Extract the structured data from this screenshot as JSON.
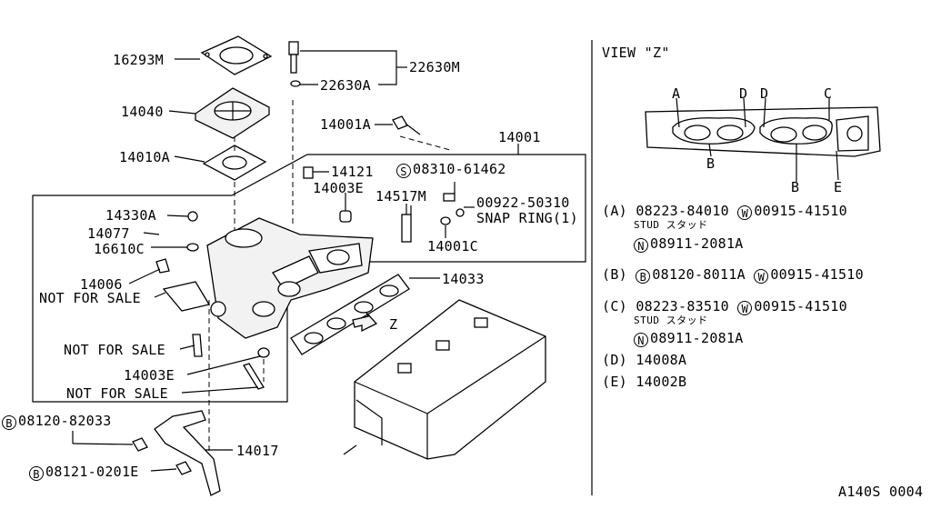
{
  "diagram": {
    "view_title": "VIEW \"Z\"",
    "view_point_labels": {
      "a": "A",
      "b1": "B",
      "b2": "B",
      "c": "C",
      "d1": "D",
      "d2": "D",
      "e": "E"
    },
    "direction_label": "Z",
    "part_labels": {
      "p16293m": "16293M",
      "p14040": "14040",
      "p14010a": "14010A",
      "p22630m": "22630M",
      "p22630a": "22630A",
      "p14001a": "14001A",
      "p14001": "14001",
      "p14121": "14121",
      "p14003e_top": "14003E",
      "p08310": "08310-61462",
      "p14517m": "14517M",
      "p00922": "00922-50310",
      "snap_ring": "SNAP RING(1)",
      "p14001c": "14001C",
      "p14330a": "14330A",
      "p14077": "14077",
      "p16610c": "16610C",
      "p14006": "14006",
      "nfs1": "NOT FOR SALE",
      "p14033": "14033",
      "nfs2": "NOT FOR SALE",
      "p14003e_bot": "14003E",
      "nfs3": "NOT FOR SALE",
      "p08120_82033": "08120-82033",
      "p14017": "14017",
      "p08121": "08121-0201E"
    },
    "symbols": {
      "s": "S",
      "b": "B",
      "w": "W",
      "n": "N"
    },
    "legend": [
      {
        "key": "(A)",
        "part": "08223-84010",
        "washer": "00915-41510",
        "note": "STUD スタッド",
        "nut": "08911-2081A"
      },
      {
        "key": "(B)",
        "bolt": "08120-8011A",
        "washer": "00915-41510"
      },
      {
        "key": "(C)",
        "part": "08223-83510",
        "washer": "00915-41510",
        "note": "STUD スタッド",
        "nut": "08911-2081A"
      },
      {
        "key": "(D)",
        "part": "14008A"
      },
      {
        "key": "(E)",
        "part": "14002B"
      }
    ],
    "figure_code": "A140S 0004"
  }
}
